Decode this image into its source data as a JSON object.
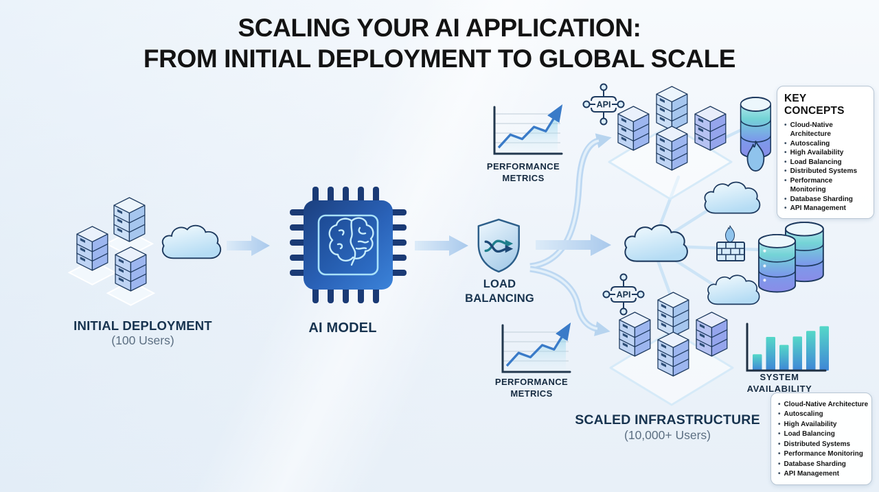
{
  "title": {
    "line1": "SCALING YOUR AI APPLICATION:",
    "line2": "FROM INITIAL DEPLOYMENT TO GLOBAL SCALE"
  },
  "stages": {
    "initial_deployment": {
      "label": "INITIAL DEPLOYMENT",
      "sublabel": "(100 Users)"
    },
    "ai_model": {
      "label": "AI MODEL"
    },
    "load_balancing": {
      "label": "LOAD BALANCING"
    },
    "scaled_infrastructure": {
      "label": "SCALED INFRASTRUCTURE",
      "sublabel": "(10,000+ Users)"
    }
  },
  "metrics": {
    "performance_top": {
      "label": "PERFORMANCE METRICS"
    },
    "performance_bottom": {
      "label": "PERFORMANCE METRICS"
    },
    "system_availability": {
      "label": "SYSTEM AVAILABILITY"
    }
  },
  "api_nodes": {
    "top": {
      "label": "API"
    },
    "bottom": {
      "label": "API"
    }
  },
  "key_concepts": {
    "title": "KEY CONCEPTS",
    "items": [
      "Cloud-Native Architecture",
      "Autoscaling",
      "High Availability",
      "Load Balancing",
      "Distributed Systems",
      "Performance Monitoring",
      "Database Sharding",
      "API Management"
    ]
  },
  "key_concepts_bottom": {
    "items": [
      "Cloud-Native Architecture",
      "Autoscaling",
      "High Availability",
      "Load Balancing",
      "Distributed Systems",
      "Performance Monitoring",
      "Database Sharding",
      "API Management"
    ]
  },
  "chart_data": [
    {
      "id": "performance_line_top",
      "type": "line",
      "title": "PERFORMANCE METRICS",
      "values": [
        14,
        44,
        34,
        62,
        52,
        96
      ]
    },
    {
      "id": "performance_line_bottom",
      "type": "line",
      "title": "PERFORMANCE METRICS",
      "values": [
        14,
        44,
        34,
        62,
        52,
        96
      ]
    },
    {
      "id": "system_availability_bars",
      "type": "bar",
      "title": "SYSTEM AVAILABILITY",
      "values": [
        35,
        72,
        55,
        73,
        85,
        95
      ]
    }
  ],
  "colors": {
    "navy_text": "#17334f",
    "chip_blue": "#2a62b8",
    "arrow_blue": "#bdd8f2",
    "teal": "#55d8c8",
    "bar_blue": "#3f86d6"
  }
}
